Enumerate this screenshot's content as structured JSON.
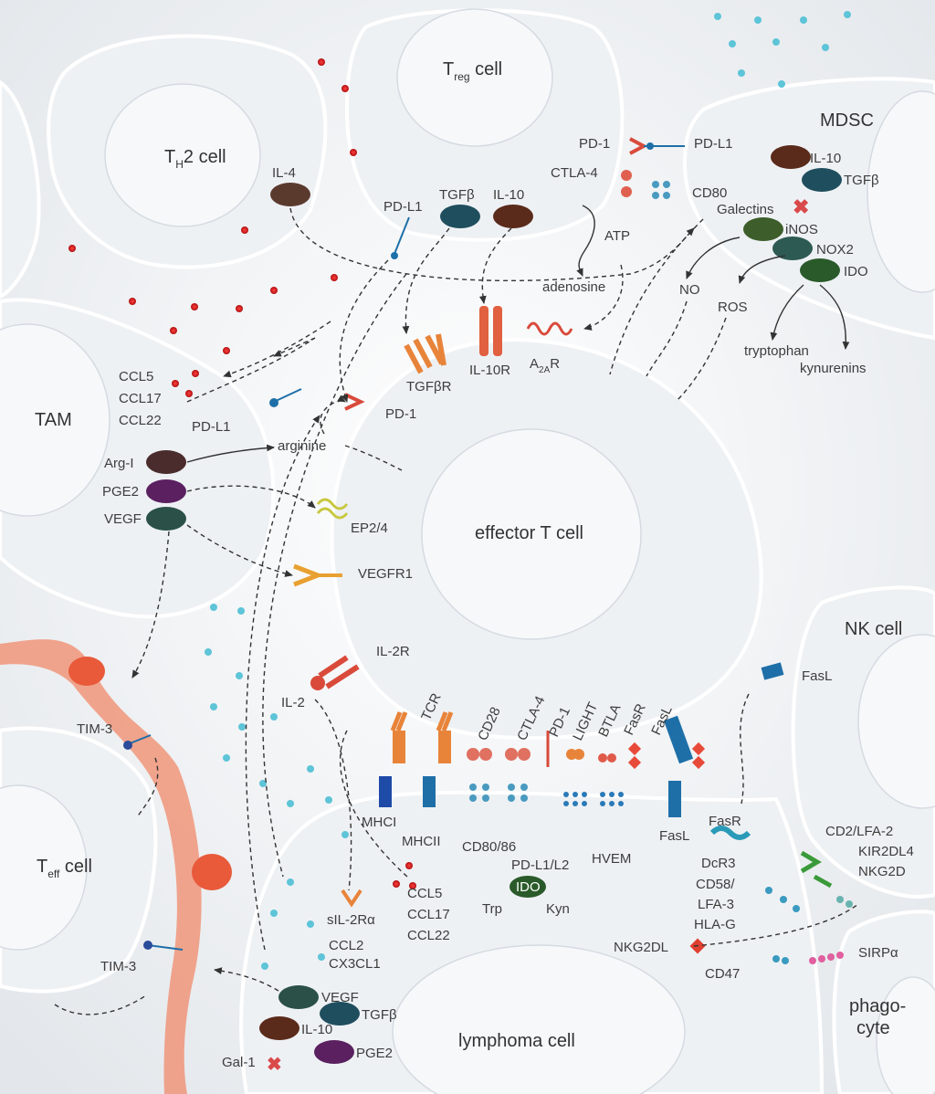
{
  "cells": {
    "th2": [
      "T",
      "H",
      "2 cell"
    ],
    "treg": [
      "T",
      "reg",
      " cell"
    ],
    "mdsc": "MDSC",
    "tam": "TAM",
    "effector": "effector T cell",
    "nk": "NK cell",
    "teff": [
      "T",
      "eff",
      " cell"
    ],
    "lymphoma": "lymphoma cell",
    "phagocyte": [
      "phago-",
      "cyte"
    ]
  },
  "molecules": {
    "il4": "IL-4",
    "treg_pdl1": "PD-L1",
    "treg_tgfb": "TGFβ",
    "treg_il10": "IL-10",
    "treg_pd1": "PD-1",
    "treg_ctla4": "CTLA-4",
    "mdsc_pdl1": "PD-L1",
    "cd80": "CD80",
    "mdsc_il10": "IL-10",
    "mdsc_tgfb": "TGFβ",
    "galectins": "Galectins",
    "inos": "iNOS",
    "nox2": "NOX2",
    "ido": "IDO",
    "atp": "ATP",
    "adenosine": "adenosine",
    "no": "NO",
    "ros": "ROS",
    "tryptophan": "tryptophan",
    "kynurenins": "kynurenins",
    "il10r": "IL-10R",
    "a2ar": [
      "A",
      "2A",
      "R"
    ],
    "tgfbr": "TGFβR",
    "ccl5": "CCL5",
    "ccl17": "CCL17",
    "ccl22": "CCL22",
    "tam_pdl1": "PD-L1",
    "eff_pd1": "PD-1",
    "arginine": "arginine",
    "argi": "Arg-I",
    "pge2": "PGE2",
    "vegf": "VEGF",
    "ep24": "EP2/4",
    "vegfr1": "VEGFR1",
    "il2r": "IL-2R",
    "il2": "IL-2",
    "tcr": "TCR",
    "cd28": "CD28",
    "ctla4": "CTLA-4",
    "pd1": "PD-1",
    "light": "LIGHT",
    "btla": "BTLA",
    "fasr": "FasR",
    "fasl": "FasL",
    "nk_fasl": "FasL",
    "mhci": "MHCI",
    "mhcii": "MHCII",
    "cd8086": "CD80/86",
    "pdl1l2": "PD-L1/L2",
    "hvem": "HVEM",
    "ly_fasl": "FasL",
    "ly_fasr": "FasR",
    "dcr3": "DcR3",
    "cd58": "CD58/",
    "lfa3": "LFA-3",
    "hlag": "HLA-G",
    "nkg2dl": "NKG2DL",
    "cd47": "CD47",
    "cd2": "CD2/LFA-2",
    "kir2dl4": "KIR2DL4",
    "nkg2d": "NKG2D",
    "sirpa": "SIRPα",
    "tim3a": "TIM-3",
    "tim3b": "TIM-3",
    "ido_ly": "IDO",
    "trp": "Trp",
    "kyn": "Kyn",
    "sil2ra": "sIL-2Rα",
    "ly_ccl5": "CCL5",
    "ly_ccl17": "CCL17",
    "ly_ccl22": "CCL22",
    "ccl2": "CCL2",
    "cx3cl1": "CX3CL1",
    "ly_vegf": "VEGF",
    "ly_tgfb": "TGFβ",
    "ly_il10": "IL-10",
    "ly_pge2": "PGE2",
    "gal1": "Gal-1"
  },
  "colors": {
    "il4": "#5b3a2e",
    "tgfb": "#1f4e5e",
    "il10": "#5a2a1a",
    "inos": "#3d5e2a",
    "nox2": "#2d5a52",
    "ido": "#2a5a2a",
    "argi": "#4a2c2c",
    "pge2": "#5a2060",
    "vegf": "#2a5048",
    "red_receptor": "#d94a3a",
    "orange_receptor": "#e8843a",
    "blue_receptor": "#1e6fa8",
    "vessel": "#f08a6a",
    "dots_red": "#d62020",
    "dots_cyan": "#5ec4d8",
    "nkg2dl": "#e04030",
    "sirpa": "#e060a0"
  }
}
